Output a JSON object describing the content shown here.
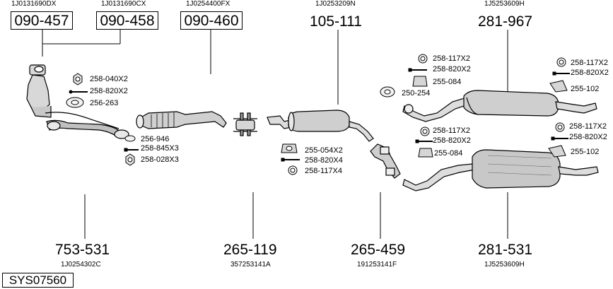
{
  "system_code": "SYS07560",
  "top_oe": [
    "1J0131690DX",
    "1J0131690CX",
    "1J0254400FX",
    "1J0253209N",
    "1J5253609H"
  ],
  "top_parts": [
    "090-457",
    "090-458",
    "090-460",
    "105-111",
    "281-967"
  ],
  "bottom_parts": [
    "753-531",
    "265-119",
    "265-459",
    "281-531"
  ],
  "bottom_oe": [
    "1J0254302C",
    "357253141A",
    "191253141F",
    "1J5253609H"
  ],
  "hardware": {
    "front_a": [
      "258-040X2",
      "258-820X2",
      "256-263"
    ],
    "front_b": [
      "256-946",
      "258-845X3",
      "258-028X3"
    ],
    "middle": [
      "255-054X2",
      "258-820X4",
      "258-117X4"
    ],
    "rear_upper_left": [
      "258-117X2",
      "258-820X2",
      "255-084",
      "250-254"
    ],
    "rear_upper_right": [
      "258-117X2",
      "258-820X2",
      "255-102"
    ],
    "rear_lower_left": [
      "258-117X2",
      "258-820X2",
      "255-084"
    ],
    "rear_lower_right": [
      "258-117X2",
      "258-820X2",
      "255-102"
    ]
  }
}
